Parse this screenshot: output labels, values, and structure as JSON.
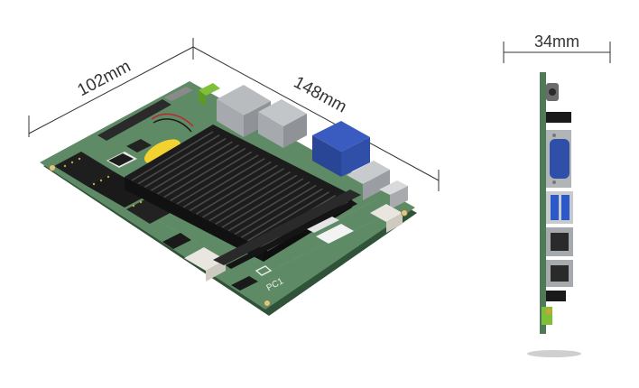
{
  "dimensions": {
    "depth": "102mm",
    "width": "148mm",
    "height": "34mm"
  },
  "colors": {
    "pcb": "#5f8a66",
    "pcb_dark": "#3f6a4a",
    "heatsink": "#2a2a2a",
    "heatsink_fin": "#4a4a4a",
    "vga_blue": "#2f4fa8",
    "usb_blue": "#2d58c8",
    "dimension_line": "#333333"
  },
  "board": {
    "marking": "PC1"
  }
}
